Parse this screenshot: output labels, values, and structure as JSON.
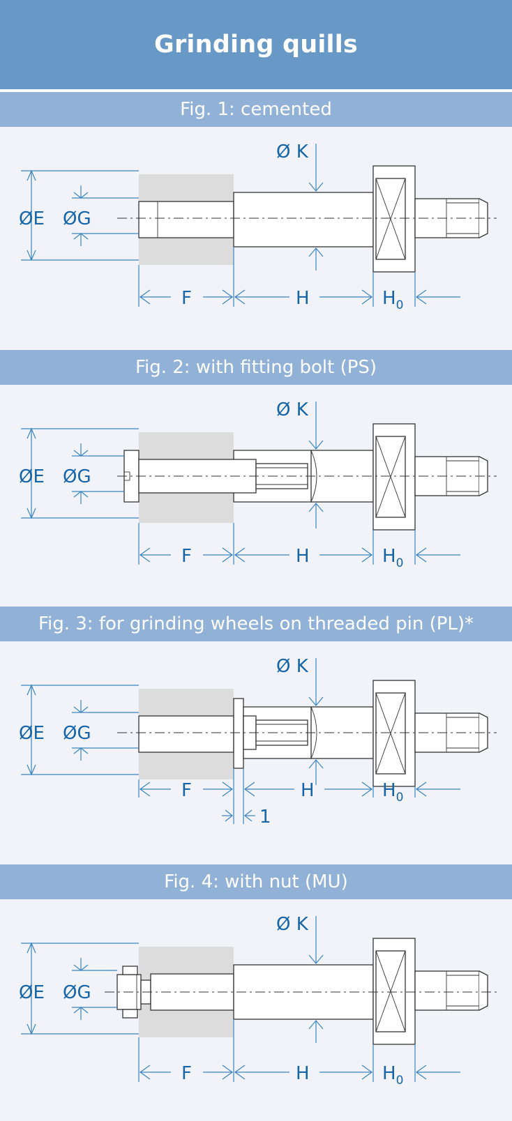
{
  "title": "Grinding quills",
  "figures": [
    {
      "caption": "Fig. 1: cemented"
    },
    {
      "caption": "Fig. 2: with fitting bolt (PS)"
    },
    {
      "caption": "Fig. 3: for grinding wheels on threaded pin (PL)*"
    },
    {
      "caption": "Fig. 4: with nut (MU)"
    }
  ],
  "labels": {
    "E": "ØE",
    "G": "ØG",
    "K": "Ø K",
    "F": "F",
    "H": "H",
    "H0_main": "H",
    "H0_sub": "0",
    "one": "1"
  },
  "colors": {
    "header_bg": "#6798c6",
    "band_bg": "#92b1d7",
    "page_bg": "#f1f3f8",
    "dimension": "#1565a8",
    "wheel": "#dcdcdc"
  }
}
